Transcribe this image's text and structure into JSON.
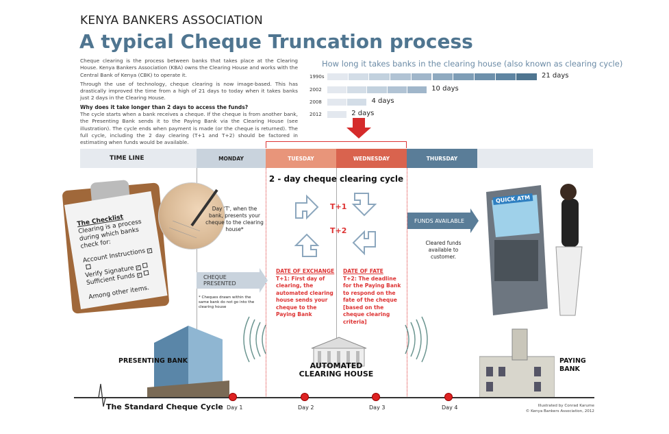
{
  "header": {
    "organization": "KENYA BANKERS ASSOCIATION",
    "title": "A typical Cheque Truncation process"
  },
  "intro": {
    "p1": "Cheque clearing is the process between banks that takes place at the Clearing House. Kenya Bankers Association (KBA) owns the Clearing House and works with the Central Bank of Kenya (CBK) to operate it.",
    "p2": "Through the use of technology, cheque clearing is now image-based. This has drastically improved the time from a high of 21 days to today when it takes banks just 2 days in the Clearing House.",
    "question": "Why does it take longer than 2 days to access the funds?",
    "p3": "The cycle starts when a bank receives a cheque. If the cheque is from another bank, the Presenting Bank sends it to the Paying Bank via the Clearing House (see illustration). The cycle ends when payment is made (or the cheque is returned). The full cycle, including the 2 day clearing (T+1 and T+2) should be factored in estimating when funds would be available."
  },
  "chart_data": {
    "type": "bar",
    "orientation": "horizontal",
    "title": "How long it takes banks in the clearing house (also known as clearing cycle)",
    "categories": [
      "1990s",
      "2002",
      "2008",
      "2012"
    ],
    "values": [
      21,
      10,
      4,
      2
    ],
    "value_labels": [
      "21 days",
      "10 days",
      "4 days",
      "2 days"
    ],
    "unit": "days"
  },
  "timeline": {
    "label": "TIME LINE",
    "days": [
      "MONDAY",
      "TUESDAY",
      "WEDNESDAY",
      "THURSDAY"
    ],
    "colors": [
      "#c9d3dd",
      "#e8957a",
      "#d9634e",
      "#5a7d98"
    ]
  },
  "cycle": {
    "title": "2 - day cheque clearing cycle",
    "t1": "T+1",
    "t2": "T+2"
  },
  "checklist": {
    "title": "The Checklist",
    "intro": "Clearing is a process during which banks check for:",
    "items": [
      "Account Instructions",
      "Verify Signature",
      "Sufficient Funds"
    ],
    "footer": "Among other items."
  },
  "day_t_note": "Day 'T', when the bank, presents your cheque to the clearing house*",
  "cheque_presented": "CHEQUE PRESENTED",
  "footnote": "* Cheques drawn within the same bank do not go into the clearing house",
  "exchange": {
    "title": "DATE OF EXCHANGE",
    "text": "T+1: First day of clearing, the automated clearing house sends your cheque to the Paying Bank"
  },
  "fate": {
    "title": "DATE OF FATE",
    "text": "T+2: The deadline for the Paying Bank to respond on the fate of the cheque [based on the cheque clearing criteria]"
  },
  "funds": {
    "label": "FUNDS AVAILABLE",
    "note": "Cleared funds available to customer."
  },
  "atm_sign": "QUICK ATM",
  "banks": {
    "presenting": "PRESENTING BANK",
    "clearing": "AUTOMATED CLEARING HOUSE",
    "paying": "PAYING BANK"
  },
  "footer": {
    "cycle_label": "The Standard Cheque Cycle",
    "days": [
      "Day 1",
      "Day 2",
      "Day 3",
      "Day 4"
    ],
    "credit1": "Illustrated by Conrad Karume",
    "credit2": "© Kenya Bankers Association, 2012"
  },
  "colors": {
    "brand": "#4f7590",
    "alert": "#dd3333"
  }
}
